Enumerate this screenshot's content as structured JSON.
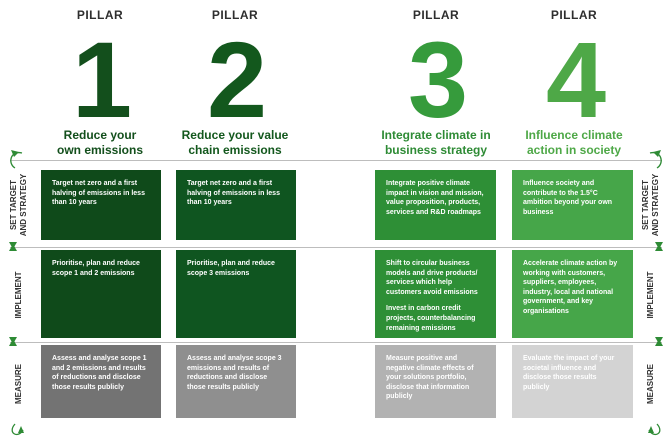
{
  "header_word": "PILLAR",
  "pillars": [
    {
      "number": "1",
      "title_line1": "Reduce your",
      "title_line2": "own emissions"
    },
    {
      "number": "2",
      "title_line1": "Reduce your value",
      "title_line2": "chain emissions"
    },
    {
      "number": "3",
      "title_line1": "Integrate climate in",
      "title_line2": "business strategy"
    },
    {
      "number": "4",
      "title_line1": "Influence climate",
      "title_line2": "action in society"
    }
  ],
  "rows": [
    {
      "label_line1": "SET TARGET",
      "label_line2": "AND STRATEGY"
    },
    {
      "label_line1": "IMPLEMENT",
      "label_line2": ""
    },
    {
      "label_line1": "MEASURE",
      "label_line2": ""
    }
  ],
  "cells": {
    "set_target": [
      [
        "Target net zero and a first halving of emissions in less than 10 years"
      ],
      [
        "Target net zero and a first halving of emissions in less than 10 years"
      ],
      [
        "Integrate positive climate impact in vision and mission, value proposition, products, services and R&D roadmaps"
      ],
      [
        "Influence society and contribute to the 1.5°C ambition beyond your own business"
      ]
    ],
    "implement": [
      [
        "Prioritise, plan and reduce scope 1 and 2 emissions"
      ],
      [
        "Prioritise, plan and reduce scope 3 emissions"
      ],
      [
        "Shift to circular business models and  drive products/ services which help customers avoid emissions",
        "Invest in carbon credit projects, counterbalancing remaining emissions"
      ],
      [
        "Accelerate climate action by working with customers, suppliers, employees, industry, local and national government, and key organisations"
      ]
    ],
    "measure": [
      [
        "Assess and analyse scope 1 and 2 emissions and results of reductions and disclose those results publicly"
      ],
      [
        "Assess and analyse scope 3 emissions and results of reductions and disclose those results publicly"
      ],
      [
        "Measure positive and negative climate effects of your solutions portfolio, disclose that information publicly"
      ],
      [
        "Evaluate the impact of your societal influence and disclose those results publicly"
      ]
    ]
  },
  "colors": {
    "pillar_numbers": [
      "#134f1c",
      "#13581d",
      "#369b3c",
      "#4ea847"
    ],
    "pillar_titles": [
      "#134f1c",
      "#13581d",
      "#2e8b35",
      "#4ea847"
    ],
    "set_target": [
      "#0f4a1a",
      "#0f5520",
      "#2e8f36",
      "#46a649"
    ],
    "implement": [
      "#0f4a1a",
      "#0f5520",
      "#2e8f36",
      "#46a649"
    ],
    "measure": [
      "#737373",
      "#8f8f8f",
      "#b2b2b2",
      "#d3d3d3"
    ],
    "arrows": "#2e8b35"
  }
}
